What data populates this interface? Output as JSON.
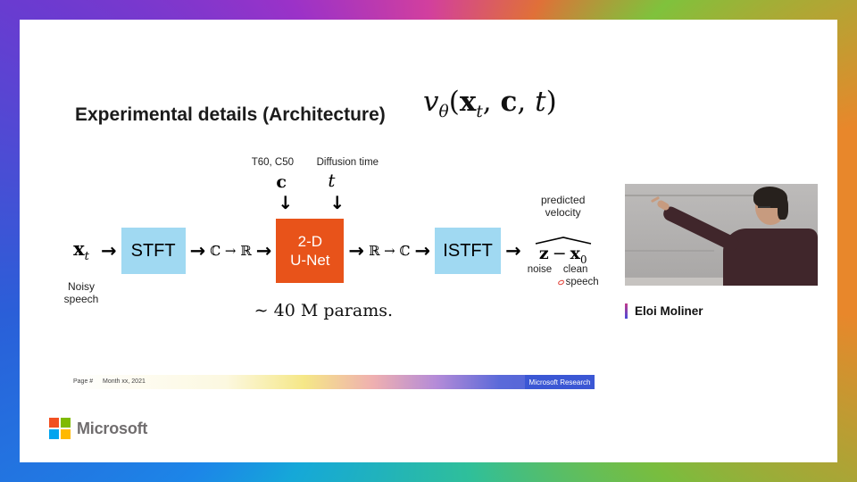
{
  "slide": {
    "title": "Experimental details (Architecture)",
    "formula": {
      "v": "v",
      "theta": "θ",
      "open": "(",
      "x": "x",
      "xsub": "t",
      "sep1": ", ",
      "c": "c",
      "sep2": ", ",
      "t": "t",
      "close": ")"
    }
  },
  "diagram": {
    "arrow": "→",
    "down_arrow": "↓",
    "input": {
      "symbol": "x",
      "sub": "t",
      "caption": "Noisy speech"
    },
    "stft": "STFT",
    "map1": "ℂ → ℝ",
    "unet": {
      "line1": "2-D",
      "line2": "U-Net"
    },
    "cond": {
      "label1": "T60, C50",
      "sym1": "c",
      "label2": "Diffusion time",
      "sym2": "t"
    },
    "map2": "ℝ → ℂ",
    "istft": "ISTFT",
    "params": "∼ 40 M params.",
    "output": {
      "above1": "predicted",
      "above2": "velocity",
      "z": "z",
      "minus": "−",
      "x": "x",
      "xsub": "0",
      "noise": "noise",
      "clean1": "clean",
      "clean2": "speech"
    }
  },
  "footer": {
    "page": "Page #",
    "date": "Month xx, 2021",
    "brand": "Microsoft Research"
  },
  "logo": {
    "text": "Microsoft"
  },
  "speaker": {
    "name": "Eloi Moliner"
  },
  "colors": {
    "box_blue": "#a0d9f2",
    "box_orange": "#e8531a",
    "brand_blue": "#3b57d4",
    "ms_red": "#f25022",
    "ms_green": "#7fba00",
    "ms_blue": "#00a4ef",
    "ms_yellow": "#ffb900",
    "logo_gray": "#706d6e",
    "sweater": "#40262b",
    "skin": "#c79b7f",
    "accent_bar_top": "#c23a8c",
    "accent_bar_bottom": "#4a4ad8",
    "scribble_red": "#e03a30"
  }
}
